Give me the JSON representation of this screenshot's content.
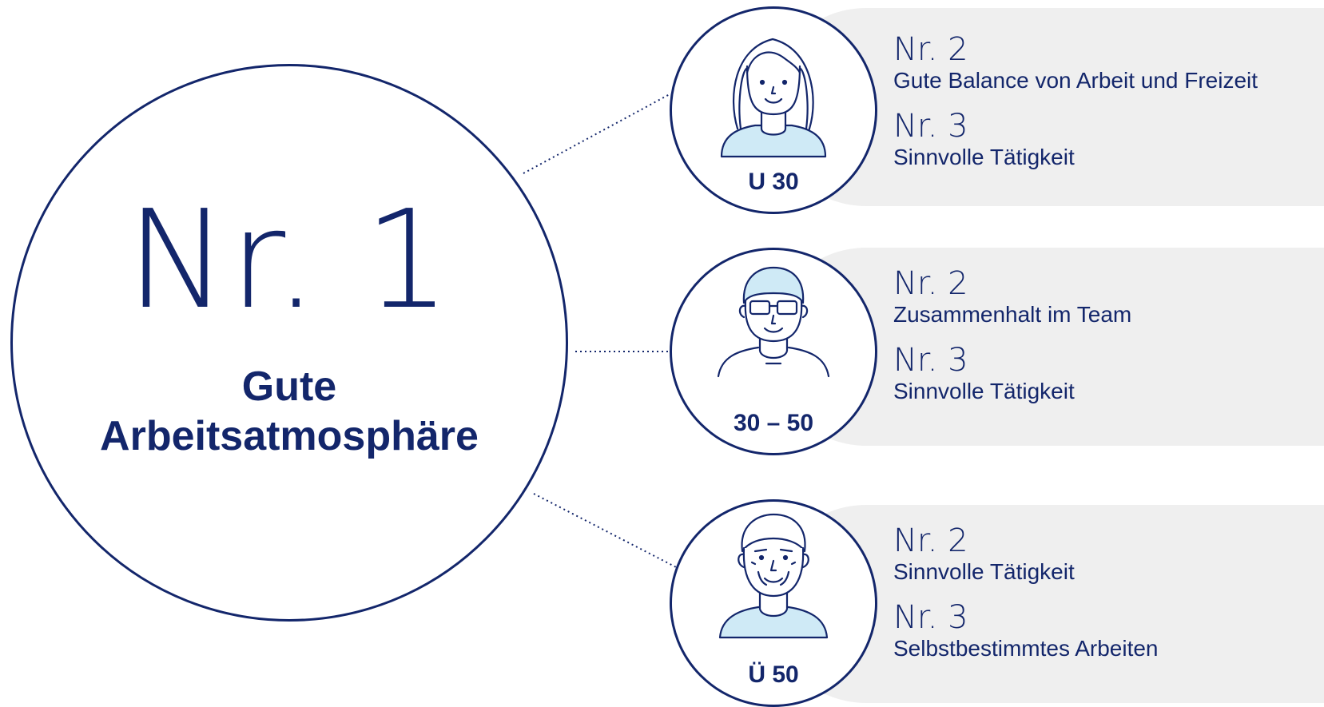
{
  "main": {
    "rank": "Nr. 1",
    "title_line1": "Gute",
    "title_line2": "Arbeitsatmosphäre"
  },
  "groups": [
    {
      "age": "U 30",
      "avatar": "young-woman-icon",
      "items": [
        {
          "rank": "Nr. 2",
          "label": "Gute Balance von Arbeit und Freizeit"
        },
        {
          "rank": "Nr. 3",
          "label": "Sinnvolle Tätigkeit"
        }
      ]
    },
    {
      "age": "30 – 50",
      "avatar": "middle-aged-man-with-glasses-icon",
      "items": [
        {
          "rank": "Nr. 2",
          "label": "Zusammenhalt im Team"
        },
        {
          "rank": "Nr. 3",
          "label": "Sinnvolle Tätigkeit"
        }
      ]
    },
    {
      "age": "Ü 50",
      "avatar": "older-man-icon",
      "items": [
        {
          "rank": "Nr. 2",
          "label": "Sinnvolle Tätigkeit"
        },
        {
          "rank": "Nr. 3",
          "label": "Selbstbestimmtes Arbeiten"
        }
      ]
    }
  ],
  "colors": {
    "navy": "#13266b",
    "pill_background": "#efefef",
    "shirt_fill": "#cfeaf6"
  }
}
